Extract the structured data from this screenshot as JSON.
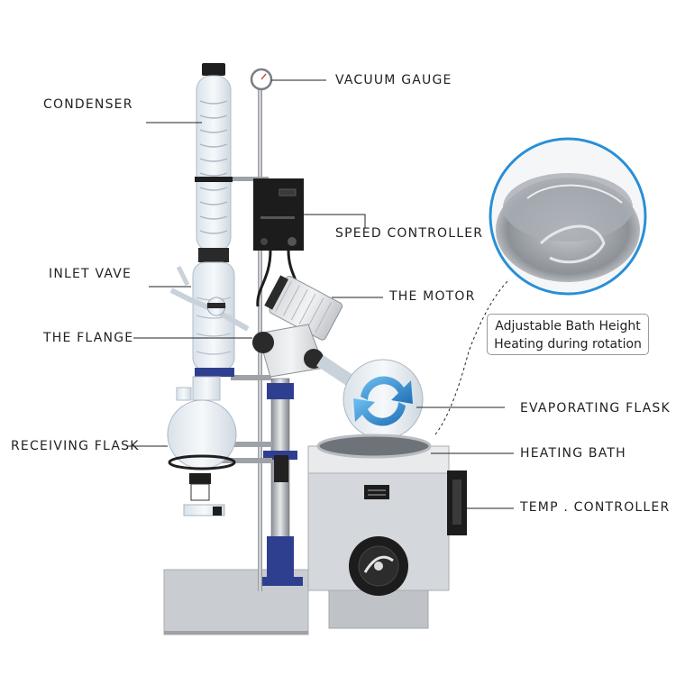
{
  "labels": {
    "condenser": "CONDENSER",
    "vacuum_gauge": "VACUUM GAUGE",
    "speed_controller": "SPEED CONTROLLER",
    "inlet_valve": "INLET VAVE",
    "motor": "THE MOTOR",
    "flange": "THE FLANGE",
    "evaporating_flask": "EVAPORATING FLASK",
    "receiving_flask": "RECEIVING FLASK",
    "heating_bath": "HEATING BATH",
    "temp_controller": "TEMP . CONTROLLER"
  },
  "callout": {
    "line1": "Adjustable Bath Height",
    "line2": "Heating during rotation"
  },
  "colors": {
    "accent": "#2a8fd6",
    "metal": "#b8bcc2",
    "frame": "#2f3f8f",
    "label_text": "#222222"
  }
}
